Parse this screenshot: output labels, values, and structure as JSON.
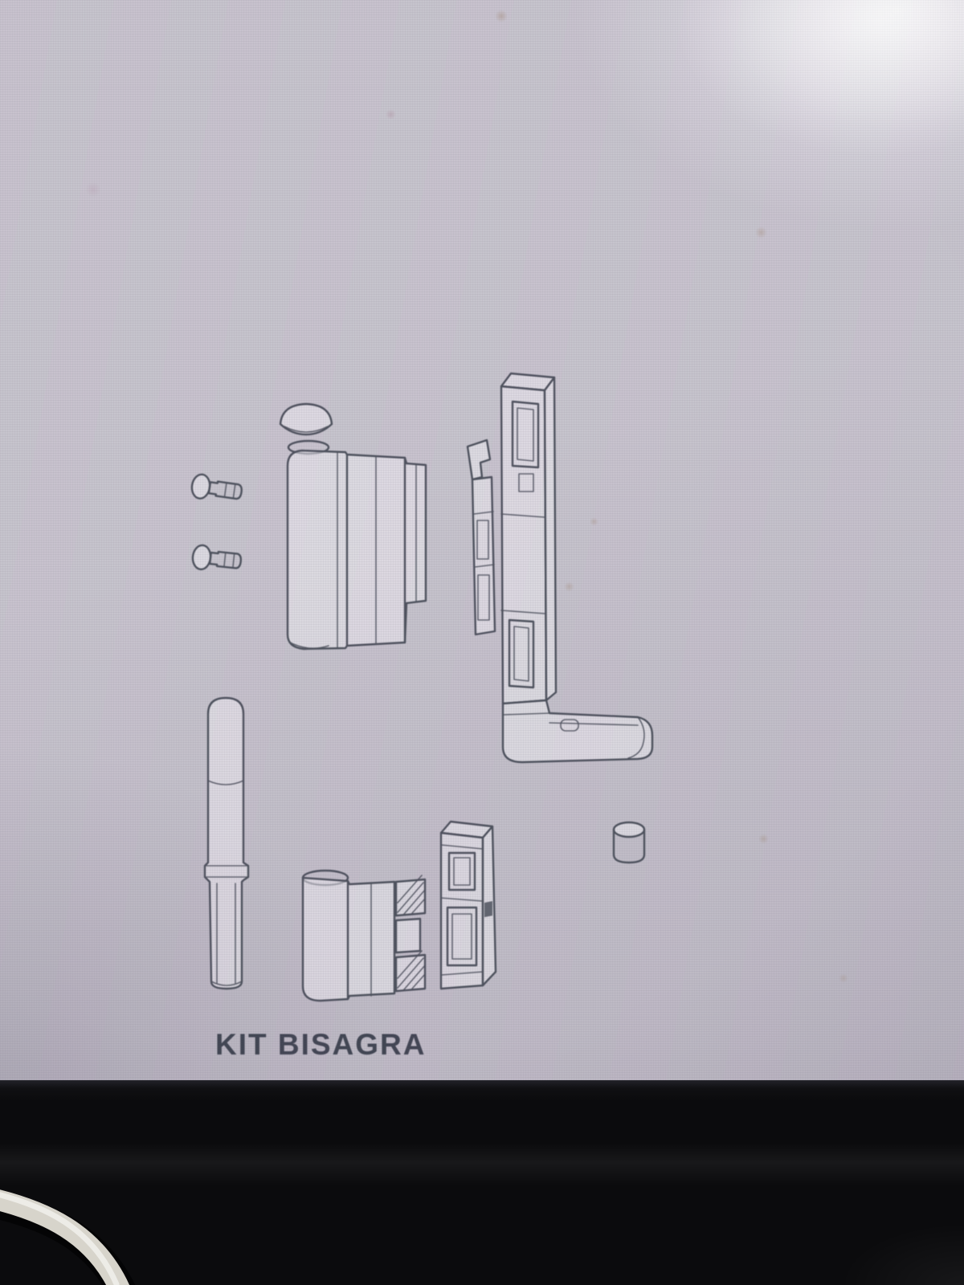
{
  "screen": {
    "caption": "KIT BISAGRA"
  },
  "diagram": {
    "type": "exploded-parts-drawing",
    "parts": [
      {
        "name": "short-screw"
      },
      {
        "name": "long-screw"
      },
      {
        "name": "oval-cover-cap"
      },
      {
        "name": "upper-hinge-leaf"
      },
      {
        "name": "l-shaped-frame-bracket"
      },
      {
        "name": "hinge-pin"
      },
      {
        "name": "lower-hinge-leaf"
      },
      {
        "name": "mounting-block"
      },
      {
        "name": "spacer-bushing"
      }
    ]
  },
  "colors": {
    "screen_bg": "#c8c4ce",
    "screen_bg_dark": "#bcb7c3",
    "highlight": "#e6e4ea",
    "line": "#4b4f5b",
    "caption": "#3e4250",
    "bezel": "#0b0b0d",
    "cable": "#d7d4cb"
  }
}
